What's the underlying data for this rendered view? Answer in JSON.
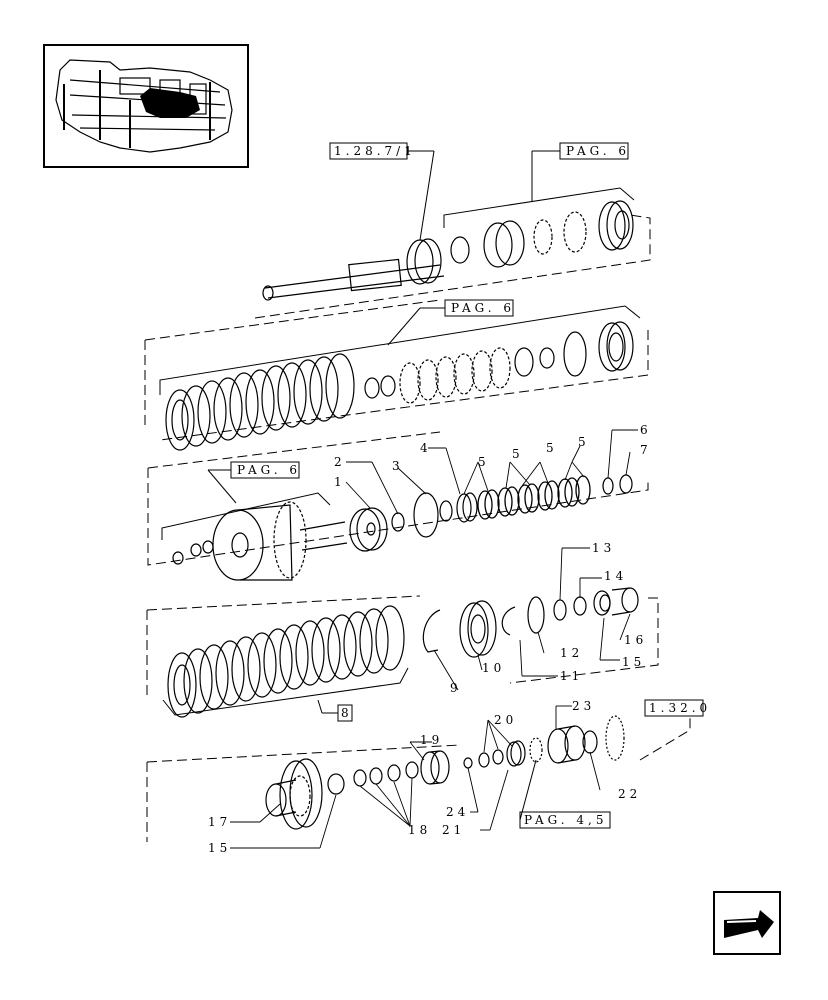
{
  "diagram": {
    "references": {
      "r_1287": "1.28.7/1",
      "r_pag6_a": "PAG. 6",
      "r_pag6_b": "PAG. 6",
      "r_pag6_c": "PAG. 6",
      "r_1320": "1.32.0",
      "r_pag45": "PAG. 4,5",
      "r_8": "8"
    },
    "callouts": {
      "c1": "1",
      "c2": "2",
      "c3": "3",
      "c4": "4",
      "c5a": "5",
      "c5b": "5",
      "c5c": "5",
      "c5d": "5",
      "c6": "6",
      "c7": "7",
      "c9": "9",
      "c10": "10",
      "c11": "11",
      "c12": "12",
      "c13": "13",
      "c14": "14",
      "c15a": "15",
      "c16": "16",
      "c17": "17",
      "c15b": "15",
      "c18": "18",
      "c19": "19",
      "c20": "20",
      "c21": "21",
      "c22": "22",
      "c23": "23",
      "c24": "24"
    },
    "icons": {
      "overview": "transmission-overview-thumbnail",
      "nav": "next-page-arrow-icon"
    }
  }
}
